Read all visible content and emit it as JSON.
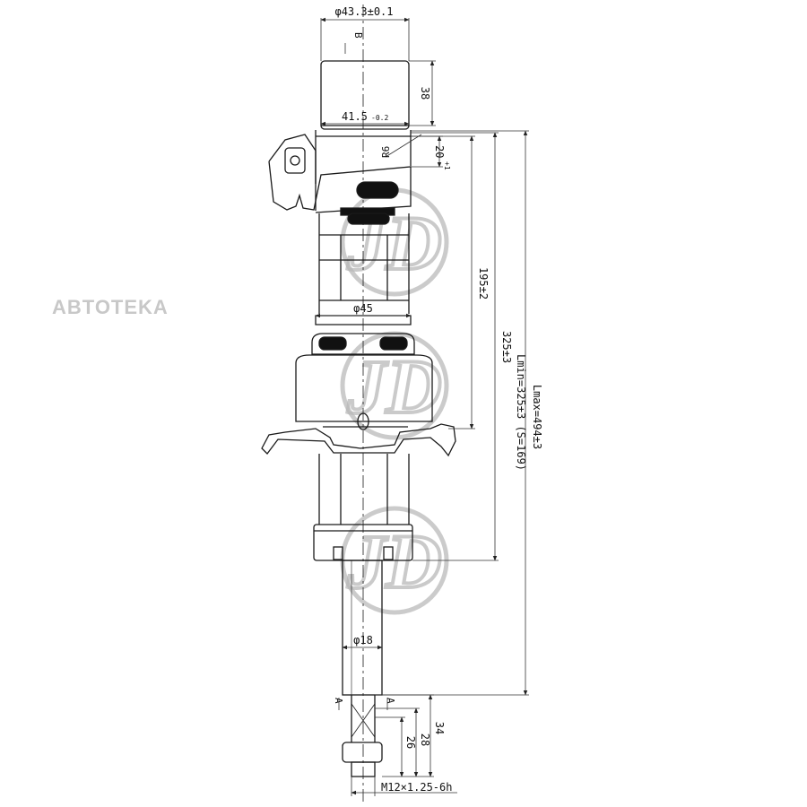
{
  "watermark": {
    "brand_text": "ABTOTEKA",
    "brand_color": "#c8c8c8",
    "logo_text": "JD",
    "logo_color": "#b9b9b9",
    "logo_count": 3
  },
  "colors": {
    "line": "#1a1a1a",
    "dim": "#333333",
    "fill_dark": "#111111"
  },
  "dimensions": {
    "top_diameter": "φ43.3±0.1",
    "section_B": "B",
    "height_38": "38",
    "dia_41_5": "41.5",
    "dia_41_5_tol": "-0.2",
    "radius_R6": "R6",
    "height_20": "20",
    "height_20_tol": "+1",
    "dia_45": "φ45",
    "len_195": "195±2",
    "len_325": "325±3",
    "len_lmin": "Lmin=325±3 (S=169)",
    "len_lmax": "Lmax=494±3",
    "dia_18": "φ18",
    "section_A_left": "A",
    "section_A_right": "A",
    "height_34": "34",
    "height_28": "28",
    "height_26": "26",
    "thread": "M12×1.25-6h"
  }
}
